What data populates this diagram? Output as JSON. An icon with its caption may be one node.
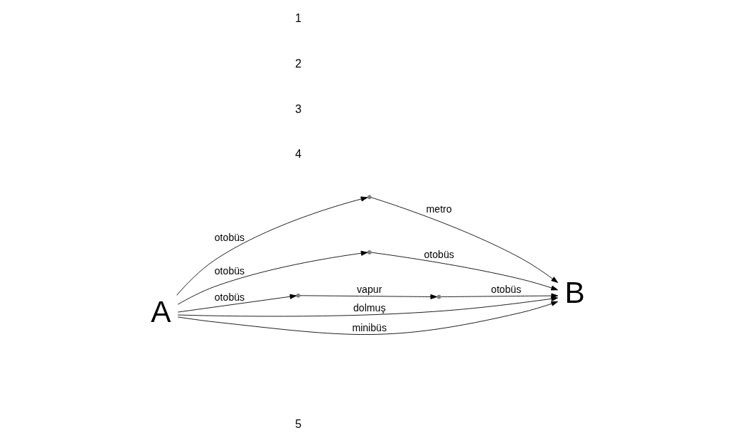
{
  "diagram": {
    "nodes": [
      {
        "text": [
          "A"
        ]
      },
      {
        "text": [],
        "shape": "point"
      },
      {
        "text": [],
        "shape": "point"
      },
      {
        "text": [],
        "shape": "point"
      },
      {
        "text": [],
        "shape": "point"
      },
      {
        "text": [
          "B"
        ]
      }
    ],
    "edges": [
      {
        "from": 0,
        "to": 1,
        "arrow": "to",
        "label": "otobüs"
      },
      {
        "from": 1,
        "to": 5,
        "arrow": "to",
        "label": "metro"
      },
      {
        "from": 0,
        "to": 5,
        "arrow": "to",
        "label": "dolmuş"
      },
      {
        "from": 0,
        "to": 2,
        "arrow": "to",
        "label": "otobüs"
      },
      {
        "from": 2,
        "to": 5,
        "arrow": "to",
        "label": "otobüs"
      },
      {
        "from": 0,
        "to": 5,
        "arrow": "to",
        "label": "minibüs"
      },
      {
        "from": 0,
        "to": 3,
        "arrow": "to",
        "label": "otobüs"
      },
      {
        "from": 3,
        "to": 4,
        "arrow": "to",
        "label": "vapur"
      },
      {
        "from": 4,
        "to": 5,
        "arrow": "to",
        "label": "otobüs"
      }
    ],
    "labels": [
      "5",
      "4",
      "3",
      "2",
      "1"
    ]
  }
}
